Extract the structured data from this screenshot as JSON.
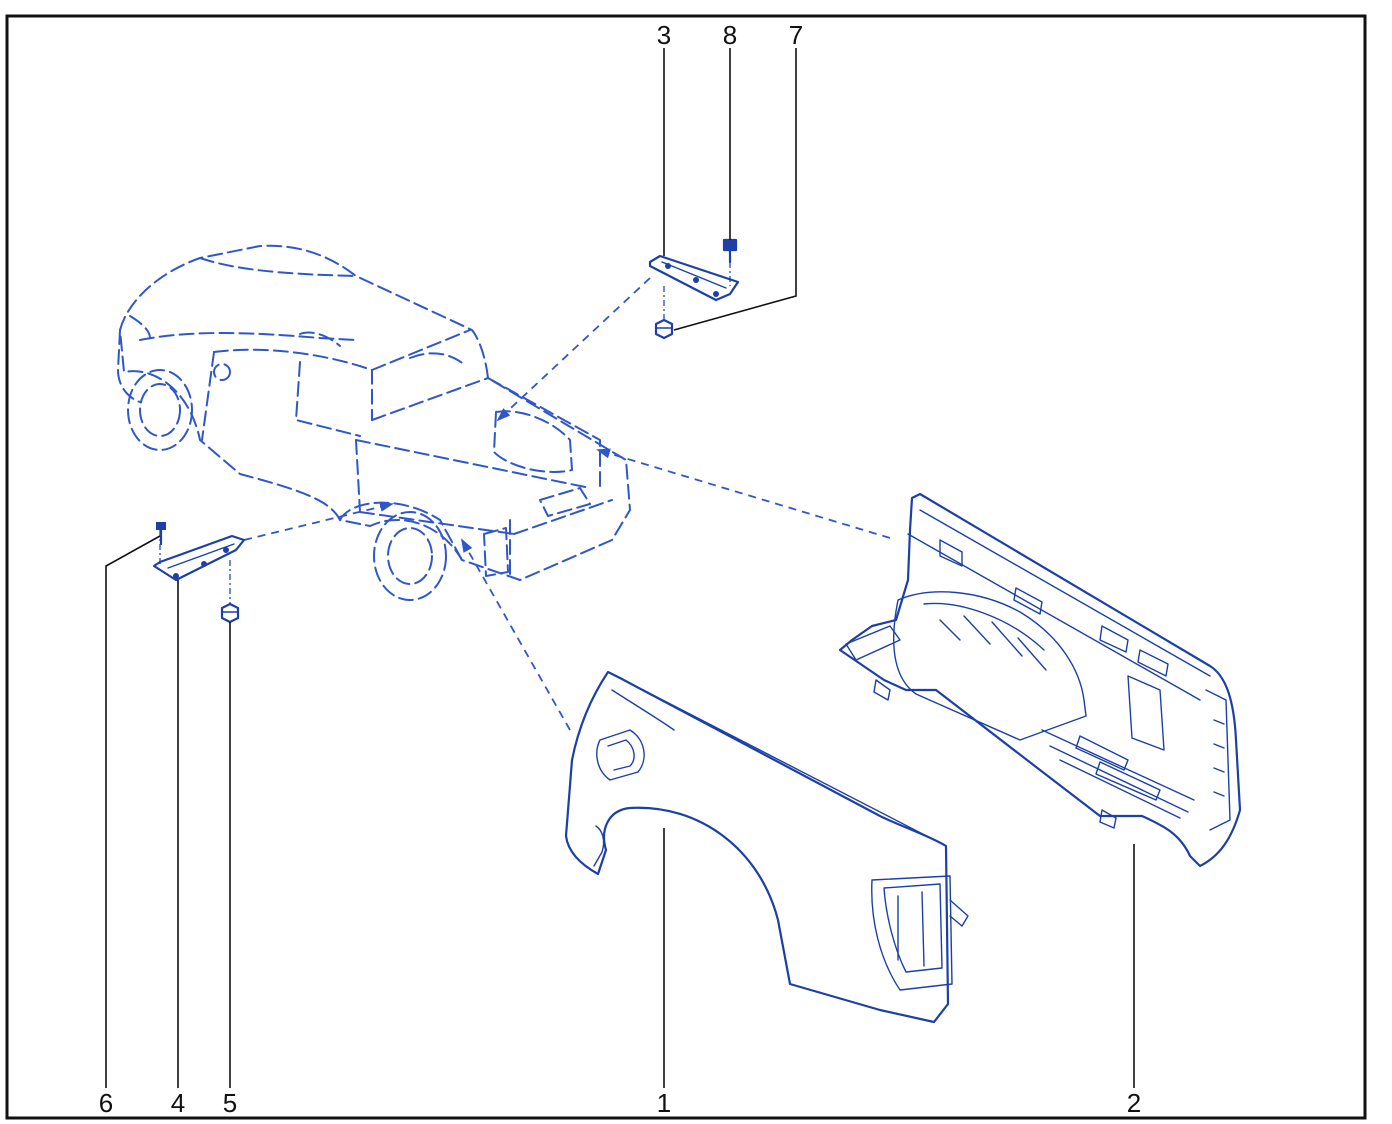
{
  "callouts": {
    "c1": "1",
    "c2": "2",
    "c3": "3",
    "c4": "4",
    "c5": "5",
    "c6": "6",
    "c7": "7",
    "c8": "8"
  },
  "colors": {
    "line": "#1c3fa8",
    "ghost": "#2f57c9",
    "frame": "#111111"
  }
}
